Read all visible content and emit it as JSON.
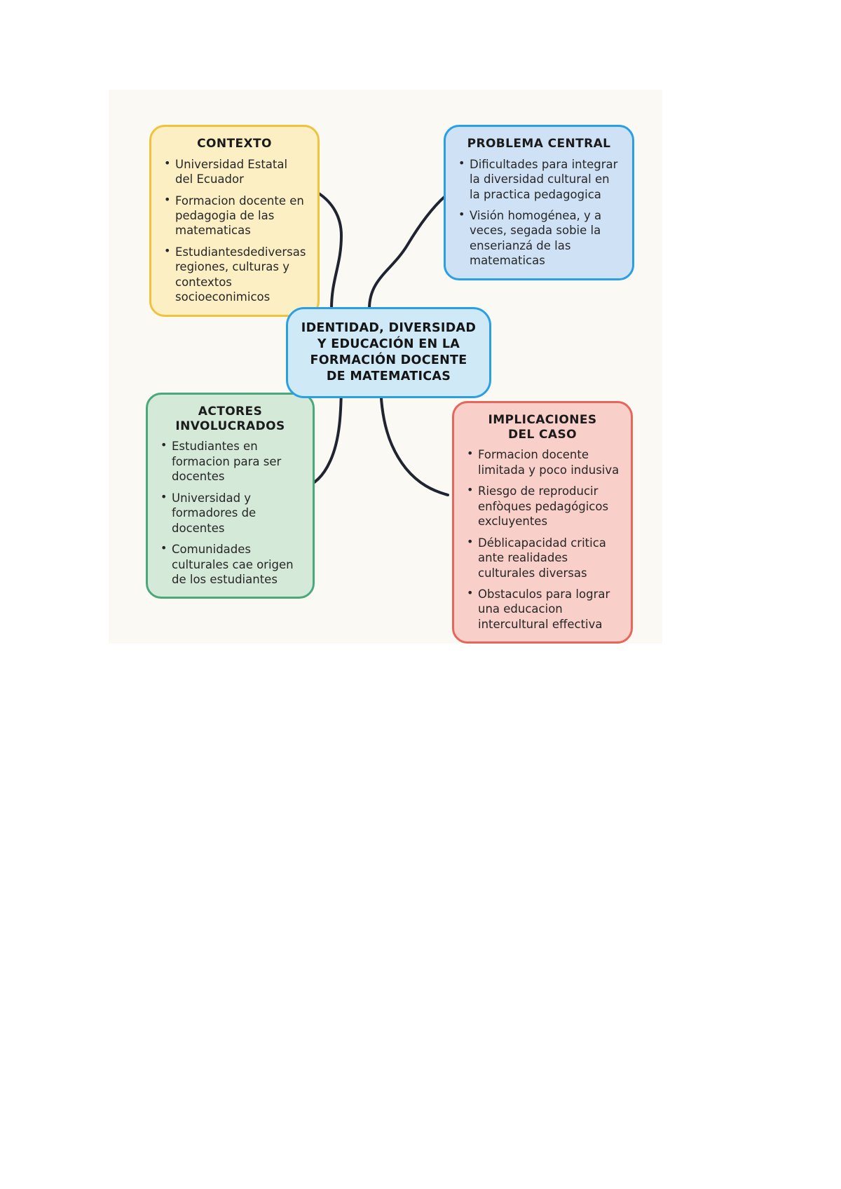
{
  "diagram": {
    "type": "mind-map",
    "background_color": "#fbf9f3",
    "central_node": {
      "label": "IDENTIDAD, DIVERSIDAD Y EDUCACIÓN EN LA FORMACIÓN DOCENTE DE MATEMATICAS",
      "lines": [
        "IDENTIDAD, DIVERSIDAD",
        "Y EDUCACIÓN EN LA",
        "FORMACIÓN DOCENTE",
        "DE MATEMATICAS"
      ],
      "fill_color": "#cfe9f7",
      "border_color": "#2a9fe4"
    },
    "branches": [
      {
        "id": "contexto",
        "title": "CONTEXTO",
        "fill_color": "#fcefc4",
        "border_color": "#f0c33c",
        "items": [
          "Universidad Estatal del Ecuador",
          "Formacion docente en pedagogia de las matematicas",
          "Estudiantesdediversas regiones, culturas y contextos socioeconimicos"
        ]
      },
      {
        "id": "problema-central",
        "title": "PROBLEMA CENTRAL",
        "fill_color": "#cfe2f5",
        "border_color": "#2a9fe4",
        "items": [
          "Dificultades para integrar la diversidad cultural en la practica pedagogica",
          "Visión homogénea, y a veces, segada sobie la enserianzá de las matematicas"
        ]
      },
      {
        "id": "actores-involucrados",
        "title": "ACTORES INVOLUCRADOS",
        "title_lines": [
          "ACTORES",
          "INVOLUCRADOS"
        ],
        "fill_color": "#d4e9d8",
        "border_color": "#4aa97b",
        "items": [
          "Estudiantes en formacion para ser docentes",
          "Universidad y formadores de docentes",
          "Comunidades culturales cae origen de los estudiantes"
        ]
      },
      {
        "id": "implicaciones-del-caso",
        "title": "IMPLICACIONES DEL CASO",
        "title_lines": [
          "IMPLICACIONES",
          "DEL CASO"
        ],
        "fill_color": "#f9cfc9",
        "border_color": "#e8655b",
        "items": [
          "Formacion docente limitada y poco indusiva",
          "Riesgo de reproducir enfòques pedagógicos excluyentes",
          "Déblicapacidad critica ante realidades culturales diversas",
          "Obstaculos para lograr una educacion intercultural effectiva"
        ]
      }
    ],
    "connector_color": "#1f2430"
  }
}
